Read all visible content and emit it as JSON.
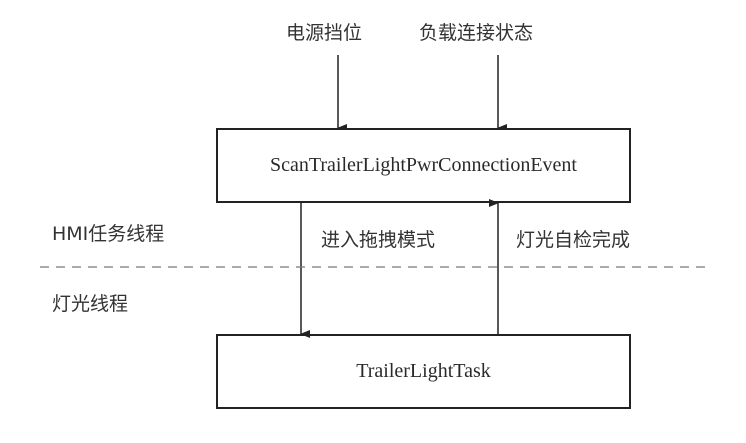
{
  "inputs": {
    "power_gear": "电源挡位",
    "load_connection_state": "负载连接状态"
  },
  "boxes": {
    "top": "ScanTrailerLightPwrConnectionEvent",
    "bottom": "TrailerLightTask"
  },
  "edges": {
    "down_label": "进入拖拽模式",
    "up_label": "灯光自检完成"
  },
  "lanes": {
    "upper": "HMI任务线程",
    "lower": "灯光线程"
  },
  "colors": {
    "stroke": "#222222",
    "dashed": "#777777",
    "text": "#333333"
  }
}
